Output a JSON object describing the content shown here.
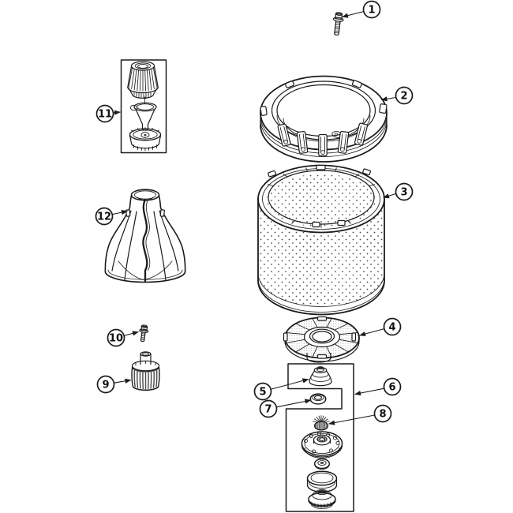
{
  "diagram": {
    "background_color": "#ffffff",
    "line_color": "#1b1b1b",
    "callouts": [
      {
        "label": "1",
        "part": "hex-head-screw"
      },
      {
        "label": "2",
        "part": "tub-ring"
      },
      {
        "label": "3",
        "part": "perforated-wash-basket"
      },
      {
        "label": "4",
        "part": "drive-hub"
      },
      {
        "label": "5",
        "part": "cone-seal"
      },
      {
        "label": "6",
        "part": "seal-kit-group"
      },
      {
        "label": "7",
        "part": "hub-nut"
      },
      {
        "label": "8",
        "part": "spline-insert"
      },
      {
        "label": "9",
        "part": "drive-bell"
      },
      {
        "label": "10",
        "part": "agitator-bolt"
      },
      {
        "label": "11",
        "part": "dispenser-assembly"
      },
      {
        "label": "12",
        "part": "agitator"
      }
    ]
  }
}
